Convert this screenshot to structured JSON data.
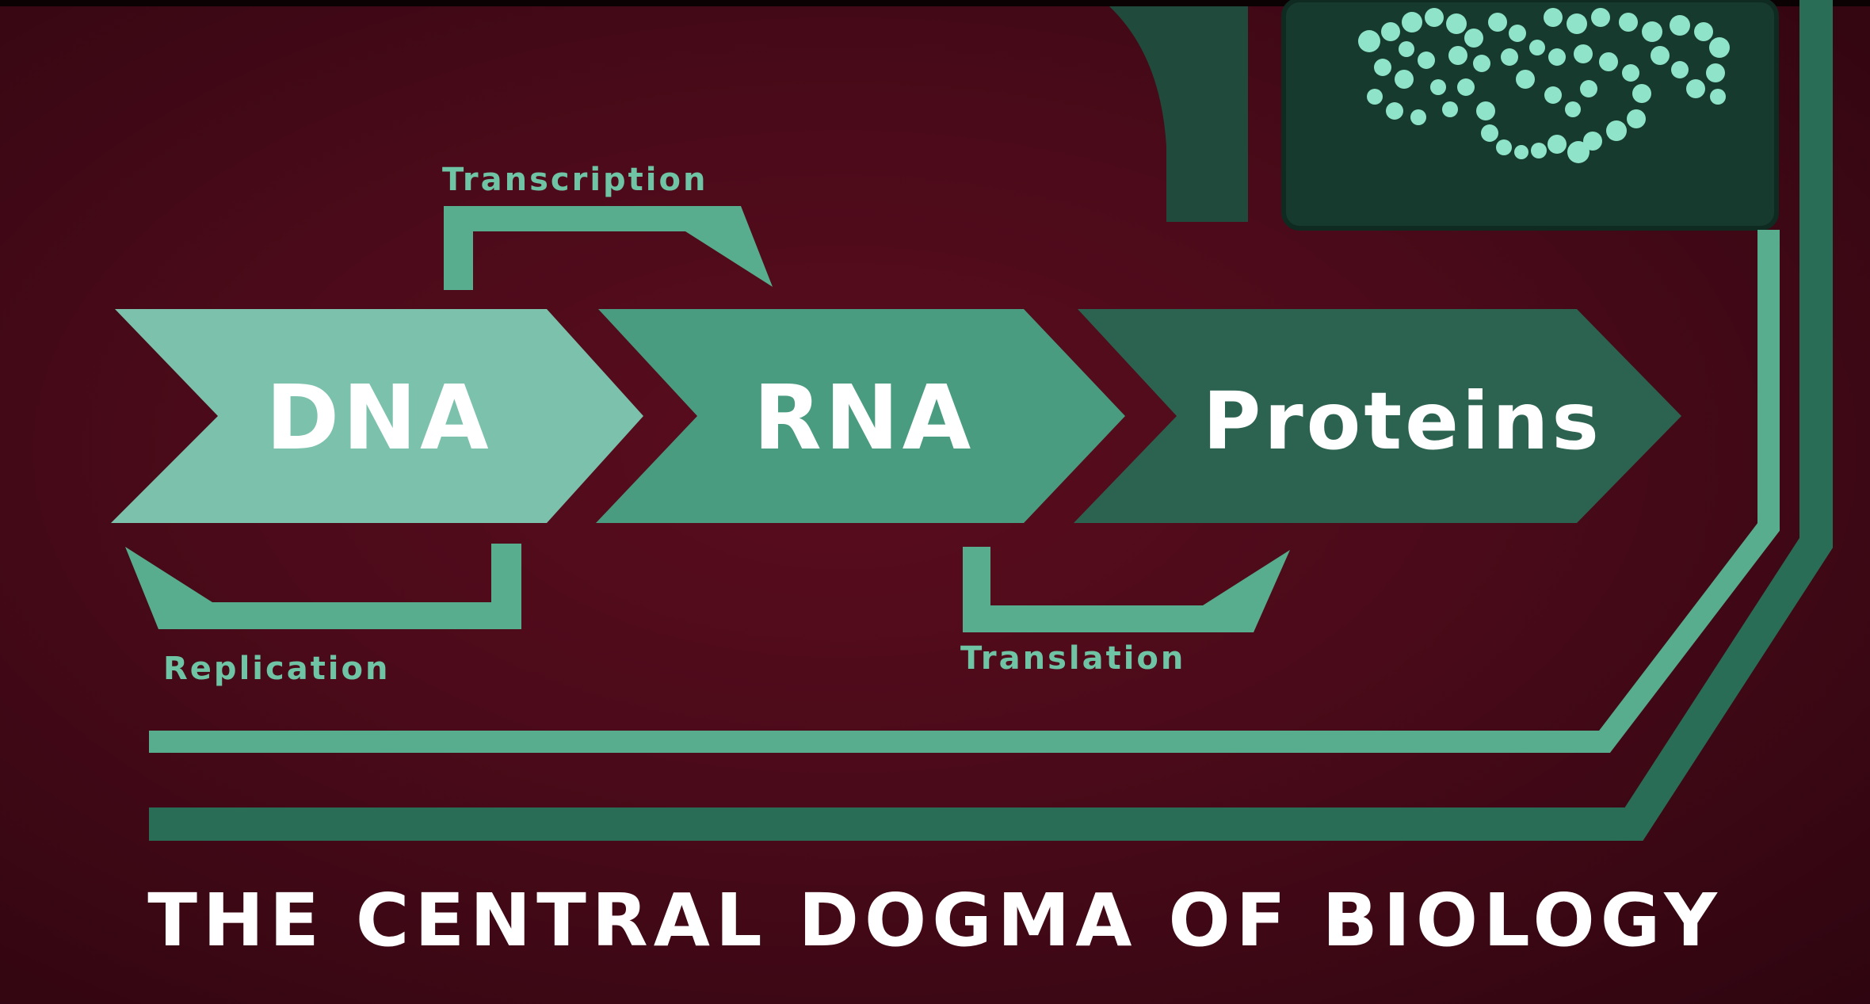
{
  "title": "THE CENTRAL DOGMA OF BIOLOGY",
  "stages": [
    {
      "label": "DNA",
      "color": "#7cc1ac"
    },
    {
      "label": "RNA",
      "color": "#4a9c80"
    },
    {
      "label": "Proteins",
      "color": "#2c6350"
    }
  ],
  "processes": {
    "transcription": "Transcription",
    "replication": "Replication",
    "translation": "Translation"
  },
  "colors": {
    "background": "#4a0a19",
    "accent_light": "#57ad8d",
    "accent_dark": "#2a6d56",
    "panel": "#163a2e",
    "dots": "#8fe3c8"
  }
}
